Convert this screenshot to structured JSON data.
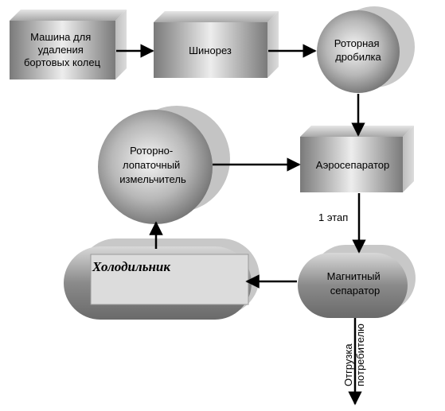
{
  "nodes": {
    "bead_ring_machine": [
      "Машина для",
      "удаления",
      "бортовых колец"
    ],
    "tire_cutter": [
      "Шинорез"
    ],
    "rotary_crusher": [
      "Роторная",
      "дробилка"
    ],
    "air_separator": [
      "Аэросепаратор"
    ],
    "rotor_blade_grinder": [
      "Роторно-",
      "лопаточный",
      "измельчитель"
    ],
    "magnetic_separator": [
      "Магнитный",
      "сепаратор"
    ],
    "refrigerator": [
      "Холодильник"
    ]
  },
  "labels": {
    "stage": "1 этап",
    "shipment": [
      "Отгрузка",
      "потребителю"
    ]
  },
  "colors": {
    "shape_dark": "#6f6f6f",
    "shape_light": "#e8e8e8",
    "arrow": "#000000"
  }
}
